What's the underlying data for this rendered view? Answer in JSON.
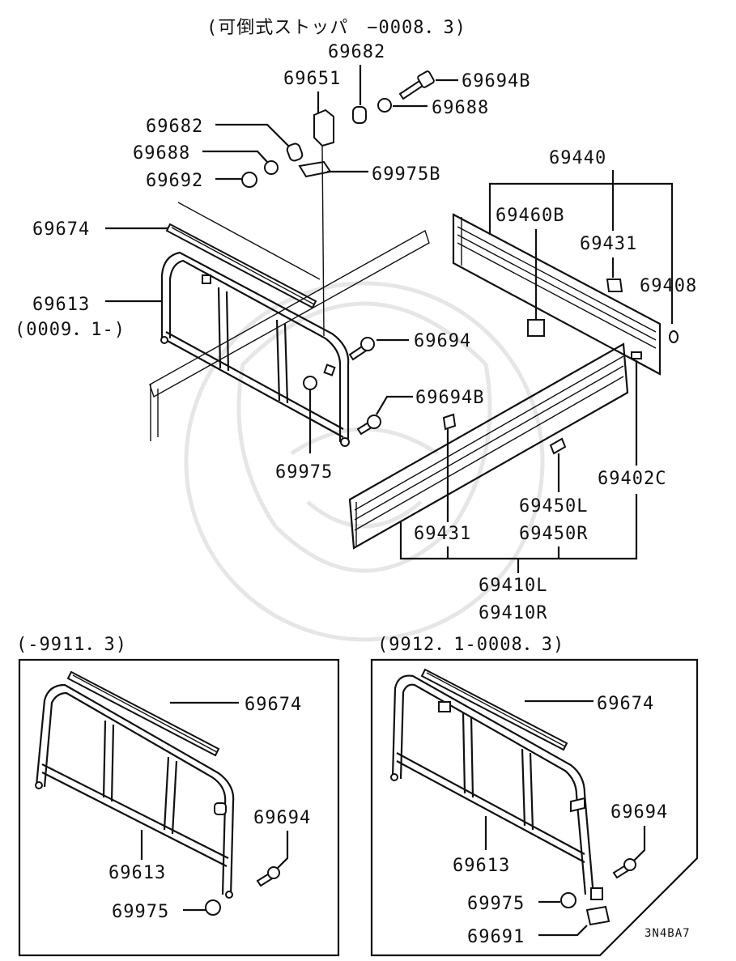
{
  "notes": {
    "top_range": "(可倒式ストッパ　−0008．3)",
    "left_range": "(0009．1-)",
    "box1_range": "(-9911．3)",
    "box2_range": "(9912．1-0008．3)",
    "diagram_code": "3N4BA7"
  },
  "labels": {
    "p69682_top": "69682",
    "p69694B_top": "69694B",
    "p69651": "69651",
    "p69688_top": "69688",
    "p69682_left": "69682",
    "p69688_left": "69688",
    "p69692": "69692",
    "p69975B": "69975B",
    "p69440": "69440",
    "p69460B": "69460B",
    "p69431_right": "69431",
    "p69408": "69408",
    "p69674": "69674",
    "p69613": "69613",
    "p69694": "69694",
    "p69694B": "69694B",
    "p69975": "69975",
    "p69402C": "69402C",
    "p69450L": "69450L",
    "p69450R": "69450R",
    "p69431_bottom": "69431",
    "p69410L": "69410L",
    "p69410R": "69410R",
    "b1_69674": "69674",
    "b1_69694": "69694",
    "b1_69613": "69613",
    "b1_69975": "69975",
    "b2_69674": "69674",
    "b2_69694": "69694",
    "b2_69613": "69613",
    "b2_69975": "69975",
    "b2_69691": "69691"
  }
}
